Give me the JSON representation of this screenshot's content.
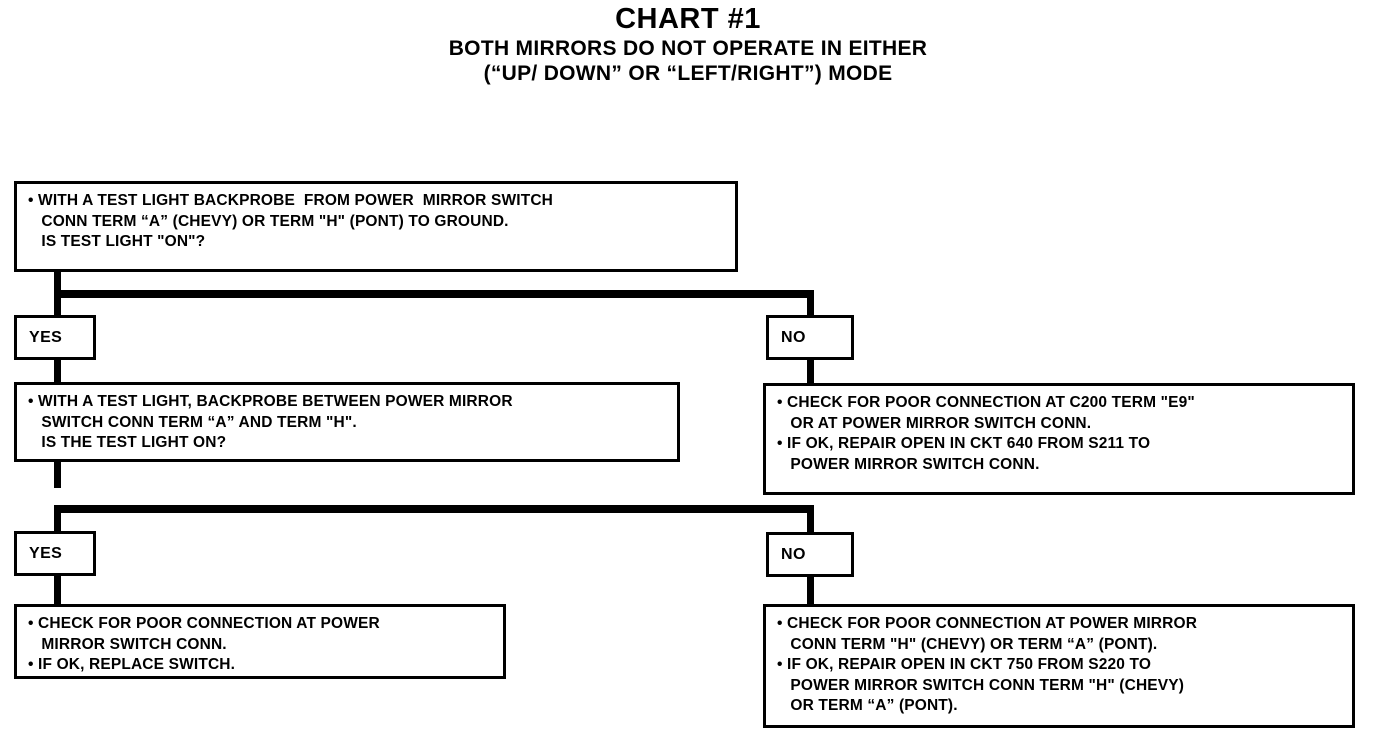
{
  "title": {
    "main": "CHART #1",
    "sub_line1": "BOTH MIRRORS DO NOT OPERATE IN EITHER",
    "sub_line2": "(“UP/ DOWN” OR “LEFT/RIGHT”) MODE"
  },
  "colors": {
    "ink": "#000000",
    "paper": "#ffffff"
  },
  "chart_data": {
    "type": "diagram",
    "title": "CHART #1 — BOTH MIRRORS DO NOT OPERATE IN EITHER (“UP/ DOWN” OR “LEFT/RIGHT”) MODE",
    "nodes": [
      {
        "id": "step1",
        "kind": "test",
        "text": "• WITH A TEST LIGHT BACKPROBE  FROM POWER  MIRROR SWITCH\n   CONN TERM “A” (CHEVY) OR TERM \"H\" (PONT) TO GROUND.\n   IS TEST LIGHT \"ON\"?"
      },
      {
        "id": "step1-yes",
        "kind": "branch",
        "text": "YES"
      },
      {
        "id": "step1-no",
        "kind": "branch",
        "text": "NO"
      },
      {
        "id": "step2",
        "kind": "test",
        "text": "• WITH A TEST LIGHT, BACKPROBE BETWEEN POWER MIRROR\n   SWITCH CONN TERM “A” AND TERM \"H\".\n   IS THE TEST LIGHT ON?"
      },
      {
        "id": "result-no1",
        "kind": "action",
        "text": "• CHECK FOR POOR CONNECTION AT C200 TERM \"E9\"\n   OR AT POWER MIRROR SWITCH CONN.\n• IF OK, REPAIR OPEN IN CKT 640 FROM S211 TO\n   POWER MIRROR SWITCH CONN."
      },
      {
        "id": "step2-yes",
        "kind": "branch",
        "text": "YES"
      },
      {
        "id": "step2-no",
        "kind": "branch",
        "text": "NO"
      },
      {
        "id": "result-yes2",
        "kind": "action",
        "text": "• CHECK FOR POOR CONNECTION AT POWER\n   MIRROR SWITCH CONN.\n• IF OK, REPLACE SWITCH."
      },
      {
        "id": "result-no2",
        "kind": "action",
        "text": "• CHECK FOR POOR CONNECTION AT POWER MIRROR\n   CONN TERM \"H\" (CHEVY) OR TERM “A” (PONT).\n• IF OK, REPAIR OPEN IN CKT 750 FROM S220 TO\n   POWER MIRROR SWITCH CONN TERM \"H\" (CHEVY)\n   OR TERM “A” (PONT)."
      }
    ],
    "edges": [
      {
        "from": "step1",
        "to": "step1-yes",
        "label": "YES"
      },
      {
        "from": "step1",
        "to": "step1-no",
        "label": "NO"
      },
      {
        "from": "step1-yes",
        "to": "step2",
        "label": ""
      },
      {
        "from": "step1-no",
        "to": "result-no1",
        "label": ""
      },
      {
        "from": "step2",
        "to": "step2-yes",
        "label": "YES"
      },
      {
        "from": "step2",
        "to": "step2-no",
        "label": "NO"
      },
      {
        "from": "step2-yes",
        "to": "result-yes2",
        "label": ""
      },
      {
        "from": "step2-no",
        "to": "result-no2",
        "label": ""
      }
    ]
  },
  "boxes": {
    "step1": "• WITH A TEST LIGHT BACKPROBE  FROM POWER  MIRROR SWITCH\n   CONN TERM “A” (CHEVY) OR TERM \"H\" (PONT) TO GROUND.\n   IS TEST LIGHT \"ON\"?",
    "step2": "• WITH A TEST LIGHT, BACKPROBE BETWEEN POWER MIRROR\n   SWITCH CONN TERM “A” AND TERM \"H\".\n   IS THE TEST LIGHT ON?",
    "result_no1": "• CHECK FOR POOR CONNECTION AT C200 TERM \"E9\"\n   OR AT POWER MIRROR SWITCH CONN.\n• IF OK, REPAIR OPEN IN CKT 640 FROM S211 TO\n   POWER MIRROR SWITCH CONN.",
    "result_yes2": "• CHECK FOR POOR CONNECTION AT POWER\n   MIRROR SWITCH CONN.\n• IF OK, REPLACE SWITCH.",
    "result_no2": "• CHECK FOR POOR CONNECTION AT POWER MIRROR\n   CONN TERM \"H\" (CHEVY) OR TERM “A” (PONT).\n• IF OK, REPAIR OPEN IN CKT 750 FROM S220 TO\n   POWER MIRROR SWITCH CONN TERM \"H\" (CHEVY)\n   OR TERM “A” (PONT)."
  },
  "branches": {
    "row1_yes": "YES",
    "row1_no": "NO",
    "row2_yes": "YES",
    "row2_no": "NO"
  }
}
